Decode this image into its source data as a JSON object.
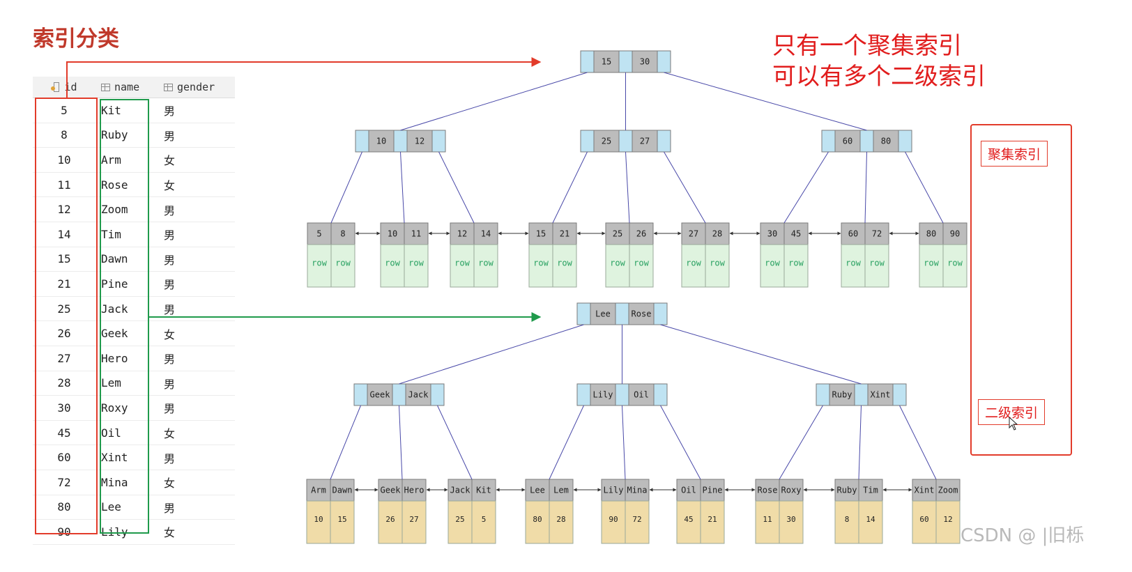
{
  "title": "索引分类",
  "heading": {
    "line1": "只有一个聚集索引",
    "line2": "可以有多个二级索引"
  },
  "side_labels": {
    "clustered": "聚集索引",
    "secondary": "二级索引"
  },
  "watermark": "CSDN @ |旧栎",
  "table": {
    "columns": [
      {
        "label": "id",
        "icon": "primary-key-icon"
      },
      {
        "label": "name",
        "icon": "column-icon"
      },
      {
        "label": "gender",
        "icon": "column-icon"
      }
    ],
    "rows": [
      [
        "5",
        "Kit",
        "男"
      ],
      [
        "8",
        "Ruby",
        "男"
      ],
      [
        "10",
        "Arm",
        "女"
      ],
      [
        "11",
        "Rose",
        "女"
      ],
      [
        "12",
        "Zoom",
        "男"
      ],
      [
        "14",
        "Tim",
        "男"
      ],
      [
        "15",
        "Dawn",
        "男"
      ],
      [
        "21",
        "Pine",
        "男"
      ],
      [
        "25",
        "Jack",
        "男"
      ],
      [
        "26",
        "Geek",
        "女"
      ],
      [
        "27",
        "Hero",
        "男"
      ],
      [
        "28",
        "Lem",
        "男"
      ],
      [
        "30",
        "Roxy",
        "男"
      ],
      [
        "45",
        "Oil",
        "女"
      ],
      [
        "60",
        "Xint",
        "男"
      ],
      [
        "72",
        "Mina",
        "女"
      ],
      [
        "80",
        "Lee",
        "男"
      ],
      [
        "90",
        "Lily",
        "女"
      ]
    ]
  },
  "clustered_tree": {
    "root": [
      "15",
      "30"
    ],
    "internal": [
      [
        "10",
        "12"
      ],
      [
        "25",
        "27"
      ],
      [
        "60",
        "80"
      ]
    ],
    "leaves": [
      [
        "5",
        "8"
      ],
      [
        "10",
        "11"
      ],
      [
        "12",
        "14"
      ],
      [
        "15",
        "21"
      ],
      [
        "25",
        "26"
      ],
      [
        "27",
        "28"
      ],
      [
        "30",
        "45"
      ],
      [
        "60",
        "72"
      ],
      [
        "80",
        "90"
      ]
    ],
    "leaf_payload": "row"
  },
  "secondary_tree": {
    "root": [
      "Lee",
      "Rose"
    ],
    "internal": [
      [
        "Geek",
        "Jack"
      ],
      [
        "Lily",
        "Oil"
      ],
      [
        "Ruby",
        "Xint"
      ]
    ],
    "leaves": [
      [
        "Arm",
        "Dawn"
      ],
      [
        "Geek",
        "Hero"
      ],
      [
        "Jack",
        "Kit"
      ],
      [
        "Lee",
        "Lem"
      ],
      [
        "Lily",
        "Mina"
      ],
      [
        "Oil",
        "Pine"
      ],
      [
        "Rose",
        "Roxy"
      ],
      [
        "Ruby",
        "Tim"
      ],
      [
        "Xint",
        "Zoom"
      ]
    ],
    "leaf_ids": [
      [
        "10",
        "15"
      ],
      [
        "26",
        "27"
      ],
      [
        "25",
        "5"
      ],
      [
        "80",
        "28"
      ],
      [
        "90",
        "72"
      ],
      [
        "45",
        "21"
      ],
      [
        "11",
        "30"
      ],
      [
        "8",
        "14"
      ],
      [
        "60",
        "12"
      ]
    ]
  },
  "colors": {
    "accent_red": "#e23b2a",
    "green_highlight": "#1f9a4b",
    "node_key": "#bcbcbc",
    "node_pointer": "#bfe3f2",
    "row_cell": "#dff3df",
    "id_cell": "#f0dca8",
    "edge": "#4848a8"
  }
}
